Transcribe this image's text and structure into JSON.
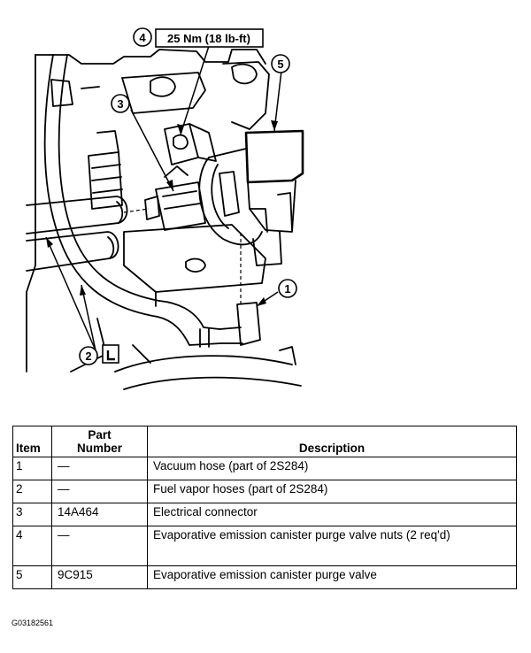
{
  "callouts": {
    "c1": "1",
    "c2": "2",
    "c3": "3",
    "c4": "4",
    "c5": "5",
    "torque": "25 Nm (18 lb-ft)"
  },
  "table": {
    "headers": {
      "item": "Item",
      "part_number_line1": "Part",
      "part_number_line2": "Number",
      "description": "Description"
    },
    "rows": [
      {
        "item": "1",
        "part": "—",
        "description": "Vacuum hose (part of 2S284)"
      },
      {
        "item": "2",
        "part": "—",
        "description": "Fuel vapor hoses (part of 2S284)"
      },
      {
        "item": "3",
        "part": "14A464",
        "description": "Electrical connector"
      },
      {
        "item": "4",
        "part": "—",
        "description": "Evaporative emission canister purge valve nuts (2 req'd)"
      },
      {
        "item": "5",
        "part": "9C915",
        "description": "Evaporative emission canister purge valve"
      }
    ]
  },
  "figure_code": "G03182561"
}
